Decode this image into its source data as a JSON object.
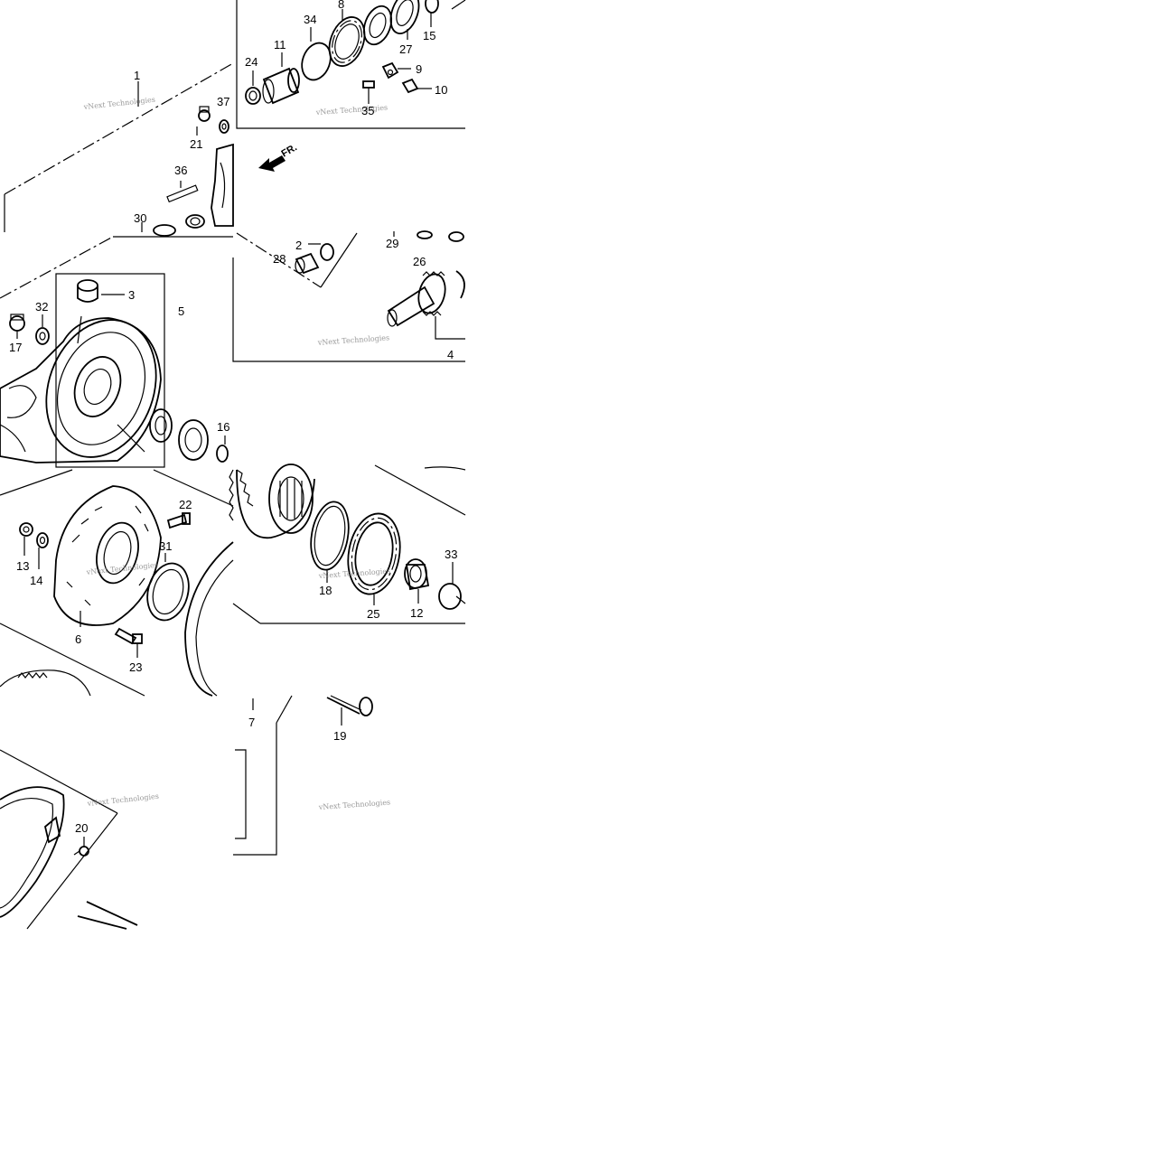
{
  "diagram": {
    "watermark_text": "vNext Technologies",
    "front_indicator": "FR.",
    "part_labels": [
      {
        "key": "1",
        "text": "1"
      },
      {
        "key": "2",
        "text": "2"
      },
      {
        "key": "3",
        "text": "3"
      },
      {
        "key": "4",
        "text": "4"
      },
      {
        "key": "5",
        "text": "5"
      },
      {
        "key": "6",
        "text": "6"
      },
      {
        "key": "7",
        "text": "7"
      },
      {
        "key": "8",
        "text": "8"
      },
      {
        "key": "9",
        "text": "9"
      },
      {
        "key": "10",
        "text": "10"
      },
      {
        "key": "11",
        "text": "11"
      },
      {
        "key": "12",
        "text": "12"
      },
      {
        "key": "13",
        "text": "13"
      },
      {
        "key": "14",
        "text": "14"
      },
      {
        "key": "15",
        "text": "15"
      },
      {
        "key": "16",
        "text": "16"
      },
      {
        "key": "17",
        "text": "17"
      },
      {
        "key": "18",
        "text": "18"
      },
      {
        "key": "19",
        "text": "19"
      },
      {
        "key": "20",
        "text": "20"
      },
      {
        "key": "21",
        "text": "21"
      },
      {
        "key": "22",
        "text": "22"
      },
      {
        "key": "23",
        "text": "23"
      },
      {
        "key": "24",
        "text": "24"
      },
      {
        "key": "25",
        "text": "25"
      },
      {
        "key": "26",
        "text": "26"
      },
      {
        "key": "27",
        "text": "27"
      },
      {
        "key": "28",
        "text": "28"
      },
      {
        "key": "29",
        "text": "29"
      },
      {
        "key": "30",
        "text": "30"
      },
      {
        "key": "31",
        "text": "31"
      },
      {
        "key": "32",
        "text": "32"
      },
      {
        "key": "33",
        "text": "33"
      },
      {
        "key": "34",
        "text": "34"
      },
      {
        "key": "35",
        "text": "35"
      },
      {
        "key": "36",
        "text": "36"
      },
      {
        "key": "37",
        "text": "37"
      }
    ]
  }
}
